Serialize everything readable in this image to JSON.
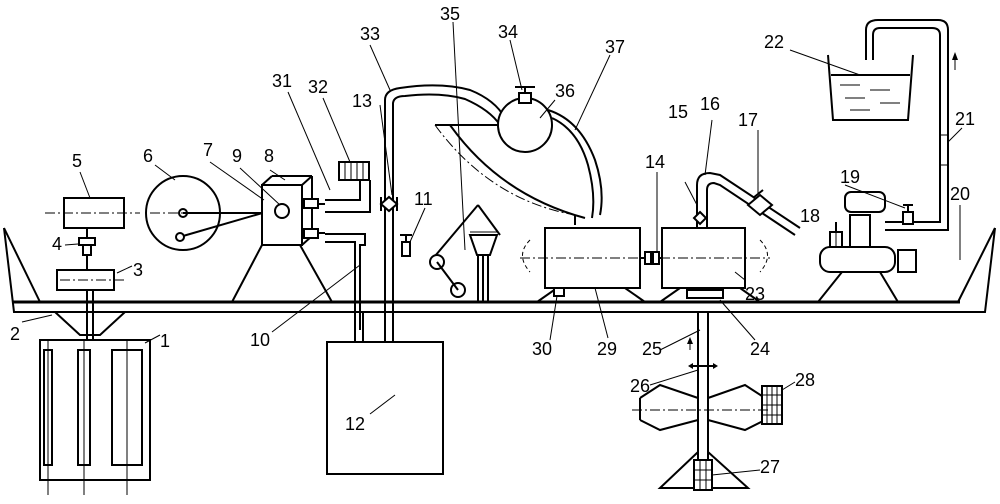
{
  "labels": {
    "n1": "1",
    "n2": "2",
    "n3": "3",
    "n4": "4",
    "n5": "5",
    "n6": "6",
    "n7": "7",
    "n8": "8",
    "n9": "9",
    "n10": "10",
    "n11": "11",
    "n12": "12",
    "n13": "13",
    "n14": "14",
    "n15": "15",
    "n16": "16",
    "n17": "17",
    "n18": "18",
    "n19": "19",
    "n20": "20",
    "n21": "21",
    "n22": "22",
    "n23": "23",
    "n24": "24",
    "n25": "25",
    "n26": "26",
    "n27": "27",
    "n28": "28",
    "n29": "29",
    "n30": "30",
    "n31": "31",
    "n32": "32",
    "n33": "33",
    "n34": "34",
    "n35": "35",
    "n36": "36",
    "n37": "37"
  }
}
